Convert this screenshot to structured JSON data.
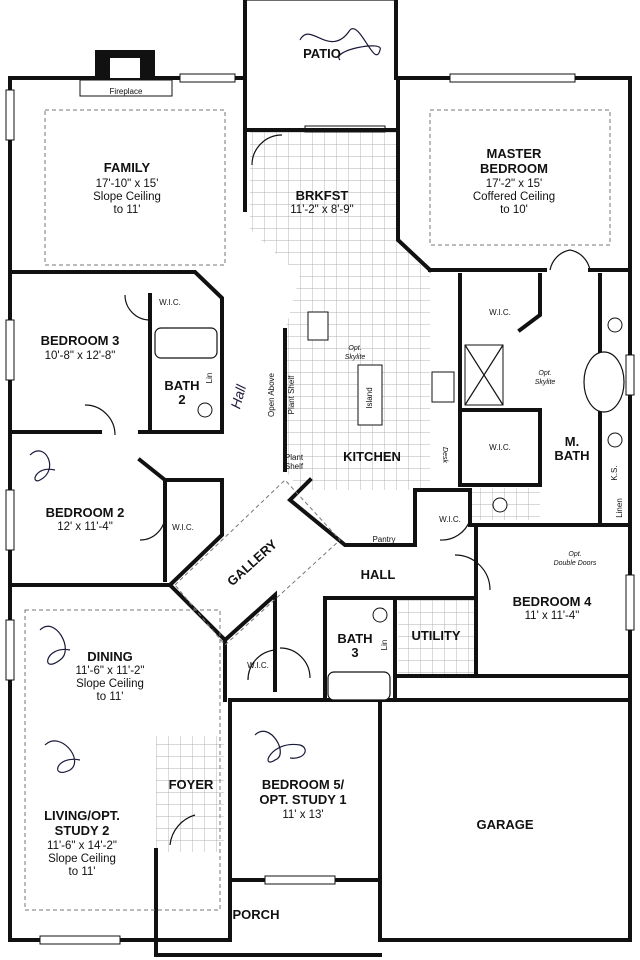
{
  "rooms": {
    "patio": {
      "name": "PATIO"
    },
    "family": {
      "name": "FAMILY",
      "dim": "17'-10\" x 15'",
      "note1": "Slope Ceiling",
      "note2": "to 11'",
      "fireplace": "Fireplace"
    },
    "brkfst": {
      "name": "BRKFST",
      "dim": "11'-2\" x 8'-9\""
    },
    "master": {
      "name1": "MASTER",
      "name2": "BEDROOM",
      "dim": "17'-2\" x 15'",
      "note1": "Coffered Ceiling",
      "note2": "to 10'"
    },
    "bedroom3": {
      "name": "BEDROOM 3",
      "dim": "10'-8\" x 12'-8\""
    },
    "bath2": {
      "name1": "BATH",
      "name2": "2",
      "lin": "Lin"
    },
    "bedroom2": {
      "name": "BEDROOM 2",
      "dim": "12' x 11'-4\""
    },
    "kitchen": {
      "name": "KITCHEN",
      "island": "Island",
      "skylite1": "Opt.",
      "skylite2": "Skylite",
      "plant_shelf": "Plant Shelf",
      "plant_shelf2a": "Plant",
      "plant_shelf2b": "Shelf",
      "open_above": "Open Above",
      "desk": "Desk",
      "pantry": "Pantry"
    },
    "mbath": {
      "name1": "M.",
      "name2": "BATH",
      "ks": "K.S.",
      "linen": "Linen",
      "skylite1": "Opt.",
      "skylite2": "Skylite"
    },
    "gallery": {
      "name": "GALLERY"
    },
    "hall": {
      "name": "HALL"
    },
    "bedroom4": {
      "name": "BEDROOM 4",
      "dim": "11' x 11'-4\"",
      "doors1": "Opt.",
      "doors2": "Double Doors"
    },
    "dining": {
      "name": "DINING",
      "dim": "11'-6\" x 11'-2\"",
      "note1": "Slope Ceiling",
      "note2": "to 11'"
    },
    "bath3": {
      "name1": "BATH",
      "name2": "3",
      "lin": "Lin"
    },
    "utility": {
      "name": "UTILITY"
    },
    "foyer": {
      "name": "FOYER"
    },
    "bedroom5": {
      "name1": "BEDROOM 5/",
      "name2": "OPT. STUDY 1",
      "dim": "11' x 13'"
    },
    "garage": {
      "name": "GARAGE"
    },
    "living": {
      "name1": "LIVING/OPT.",
      "name2": "STUDY 2",
      "dim": "11'-6\" x 14'-2\"",
      "note1": "Slope Ceiling",
      "note2": "to 11'"
    },
    "porch": {
      "name": "PORCH"
    }
  },
  "labels": {
    "wic": "W.I.C.",
    "handwritten_hall": "Hall"
  }
}
